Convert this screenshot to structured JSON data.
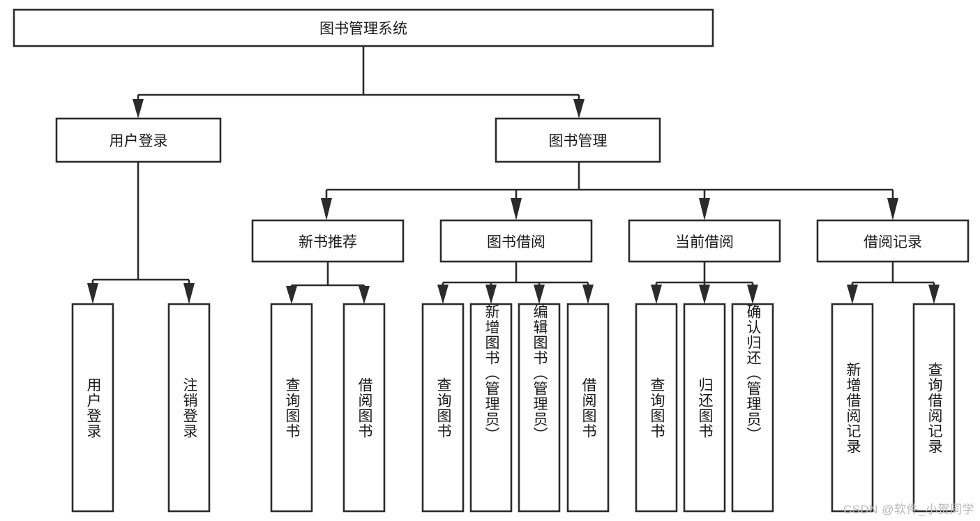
{
  "diagram": {
    "type": "tree",
    "title": "图书管理系统",
    "watermark": "CSDN @软件_小贺同学",
    "colors": {
      "box_stroke": "#2b2b2b",
      "box_fill": "#ffffff",
      "text": "#1a1a1a",
      "background": "#ffffff",
      "watermark": "#b9b9b9"
    },
    "root": {
      "label": "图书管理系统"
    },
    "level2": [
      {
        "label": "用户登录"
      },
      {
        "label": "图书管理"
      }
    ],
    "level3": [
      {
        "label": "新书推荐"
      },
      {
        "label": "图书借阅"
      },
      {
        "label": "当前借阅"
      },
      {
        "label": "借阅记录"
      }
    ],
    "leaves": {
      "user_login": [
        {
          "label": "用户登录"
        },
        {
          "label": "注销登录"
        }
      ],
      "new_book_recommend": [
        {
          "label": "查询图书"
        },
        {
          "label": "借阅图书"
        }
      ],
      "book_borrow": [
        {
          "label": "查询图书"
        },
        {
          "label": "新增图书（管理员）"
        },
        {
          "label": "编辑图书（管理员）"
        },
        {
          "label": "借阅图书"
        }
      ],
      "current_borrow": [
        {
          "label": "查询图书"
        },
        {
          "label": "归还图书"
        },
        {
          "label": "确认归还（管理员）"
        }
      ],
      "borrow_record": [
        {
          "label": "新增借阅记录"
        },
        {
          "label": "查询借阅记录"
        }
      ]
    },
    "edges": [
      {
        "from": "图书管理系统",
        "to": "用户登录"
      },
      {
        "from": "图书管理系统",
        "to": "图书管理"
      },
      {
        "from": "用户登录",
        "to": "用户登录"
      },
      {
        "from": "用户登录",
        "to": "注销登录"
      },
      {
        "from": "图书管理",
        "to": "新书推荐"
      },
      {
        "from": "图书管理",
        "to": "图书借阅"
      },
      {
        "from": "图书管理",
        "to": "当前借阅"
      },
      {
        "from": "图书管理",
        "to": "借阅记录"
      },
      {
        "from": "新书推荐",
        "to": "查询图书"
      },
      {
        "from": "新书推荐",
        "to": "借阅图书"
      },
      {
        "from": "图书借阅",
        "to": "查询图书"
      },
      {
        "from": "图书借阅",
        "to": "新增图书（管理员）"
      },
      {
        "from": "图书借阅",
        "to": "编辑图书（管理员）"
      },
      {
        "from": "图书借阅",
        "to": "借阅图书"
      },
      {
        "from": "当前借阅",
        "to": "查询图书"
      },
      {
        "from": "当前借阅",
        "to": "归还图书"
      },
      {
        "from": "当前借阅",
        "to": "确认归还（管理员）"
      },
      {
        "from": "借阅记录",
        "to": "新增借阅记录"
      },
      {
        "from": "借阅记录",
        "to": "查询借阅记录"
      }
    ]
  }
}
